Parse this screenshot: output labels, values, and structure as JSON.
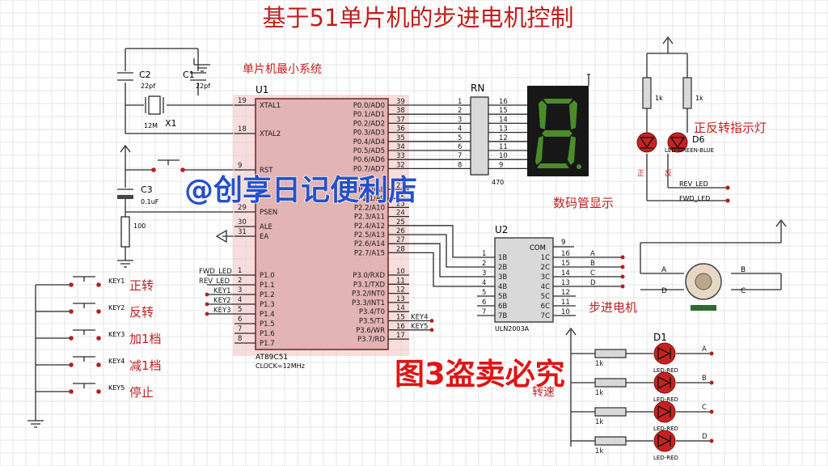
{
  "title": "基于51单片机的步进电机控制",
  "section_labels": {
    "mcu": "单片机最小系统",
    "display": "数码管显示",
    "indicator": "正反转指示灯",
    "motor": "步进电机",
    "speed": "转速"
  },
  "watermark": "@创享日记便利店",
  "stamp": "图3盗卖必究",
  "mcu": {
    "ref": "U1",
    "part": "AT89C51",
    "clock": "CLOCK=12MHz",
    "left_pins": [
      {
        "num": "19",
        "name": "XTAL1"
      },
      {
        "num": "18",
        "name": "XTAL2"
      },
      {
        "num": "9",
        "name": "RST"
      },
      {
        "num": "29",
        "name": "PSEN"
      },
      {
        "num": "30",
        "name": "ALE"
      },
      {
        "num": "31",
        "name": "EA"
      },
      {
        "num": "1",
        "name": "P1.0"
      },
      {
        "num": "2",
        "name": "P1.1"
      },
      {
        "num": "3",
        "name": "P1.2"
      },
      {
        "num": "4",
        "name": "P1.3"
      },
      {
        "num": "5",
        "name": "P1.4"
      },
      {
        "num": "6",
        "name": "P1.5"
      },
      {
        "num": "7",
        "name": "P1.6"
      },
      {
        "num": "8",
        "name": "P1.7"
      }
    ],
    "right_pins": [
      {
        "num": "39",
        "name": "P0.0/AD0"
      },
      {
        "num": "38",
        "name": "P0.1/AD1"
      },
      {
        "num": "37",
        "name": "P0.2/AD2"
      },
      {
        "num": "36",
        "name": "P0.3/AD3"
      },
      {
        "num": "35",
        "name": "P0.4/AD4"
      },
      {
        "num": "34",
        "name": "P0.5/AD5"
      },
      {
        "num": "33",
        "name": "P0.6/AD6"
      },
      {
        "num": "32",
        "name": "P0.7/AD7"
      },
      {
        "num": "21",
        "name": "P2.0/A8"
      },
      {
        "num": "22",
        "name": "P2.1/A9"
      },
      {
        "num": "23",
        "name": "P2.2/A10"
      },
      {
        "num": "24",
        "name": "P2.3/A11"
      },
      {
        "num": "25",
        "name": "P2.4/A12"
      },
      {
        "num": "26",
        "name": "P2.5/A13"
      },
      {
        "num": "27",
        "name": "P2.6/A14"
      },
      {
        "num": "28",
        "name": "P2.7/A15"
      },
      {
        "num": "10",
        "name": "P3.0/RXD"
      },
      {
        "num": "11",
        "name": "P3.1/TXD"
      },
      {
        "num": "12",
        "name": "P3.2/INT0"
      },
      {
        "num": "13",
        "name": "P3.3/INT1"
      },
      {
        "num": "14",
        "name": "P3.4/T0"
      },
      {
        "num": "15",
        "name": "P3.5/T1"
      },
      {
        "num": "16",
        "name": "P3.6/WR"
      },
      {
        "num": "17",
        "name": "P3.7/RD"
      }
    ],
    "p1_nets": [
      "FWD_LED",
      "REV_LED",
      "KEY1",
      "KEY2",
      "KEY3"
    ],
    "p3_nets": [
      "KEY4",
      "KEY5"
    ]
  },
  "osc": {
    "c2": {
      "ref": "C2",
      "value": "22pf"
    },
    "c1": {
      "ref": "C1",
      "value": "22pf"
    },
    "x1": {
      "ref": "X1",
      "value": "12M"
    }
  },
  "reset": {
    "c3": {
      "ref": "C3",
      "value": "0.1uF"
    },
    "r": {
      "value": "100"
    }
  },
  "keys": [
    {
      "ref": "KEY1",
      "label": "正转"
    },
    {
      "ref": "KEY2",
      "label": "反转"
    },
    {
      "ref": "KEY3",
      "label": "加1档"
    },
    {
      "ref": "KEY4",
      "label": "减1档"
    },
    {
      "ref": "KEY5",
      "label": "停止"
    }
  ],
  "rn": {
    "ref": "RN",
    "value": "470",
    "left_pins": [
      "1",
      "2",
      "3",
      "4",
      "5",
      "6",
      "7",
      "8"
    ],
    "right_pins": [
      "16",
      "15",
      "14",
      "13",
      "12",
      "11",
      "10",
      "9"
    ]
  },
  "uln": {
    "ref": "U2",
    "part": "ULN2003A",
    "in_names": [
      "1B",
      "2B",
      "3B",
      "4B",
      "5B",
      "6B",
      "7B"
    ],
    "in_nums": [
      "1",
      "2",
      "3",
      "4",
      "5",
      "6",
      "7"
    ],
    "out_names": [
      "1C",
      "2C",
      "3C",
      "4C",
      "5C",
      "6C",
      "7C"
    ],
    "out_nums": [
      "16",
      "15",
      "14",
      "13",
      "12",
      "11",
      "10"
    ],
    "com_name": "COM",
    "com_num": "9",
    "phase_labels": [
      "A",
      "B",
      "C",
      "D"
    ]
  },
  "motor_phases": {
    "a": "A",
    "b": "B",
    "c": "C",
    "d": "D"
  },
  "indicator": {
    "r_values": [
      "1k",
      "1k"
    ],
    "d6": "D6",
    "d6_part": "LED-GREEN-BLUE",
    "forward": "正",
    "reverse": "反",
    "rev_net": "REV_LED",
    "fwd_net": "FWD_LED"
  },
  "speed_leds": {
    "ref": "D1",
    "part": "LED-RED",
    "r_value": "1k",
    "phases": [
      "A",
      "B",
      "C",
      "D"
    ]
  }
}
